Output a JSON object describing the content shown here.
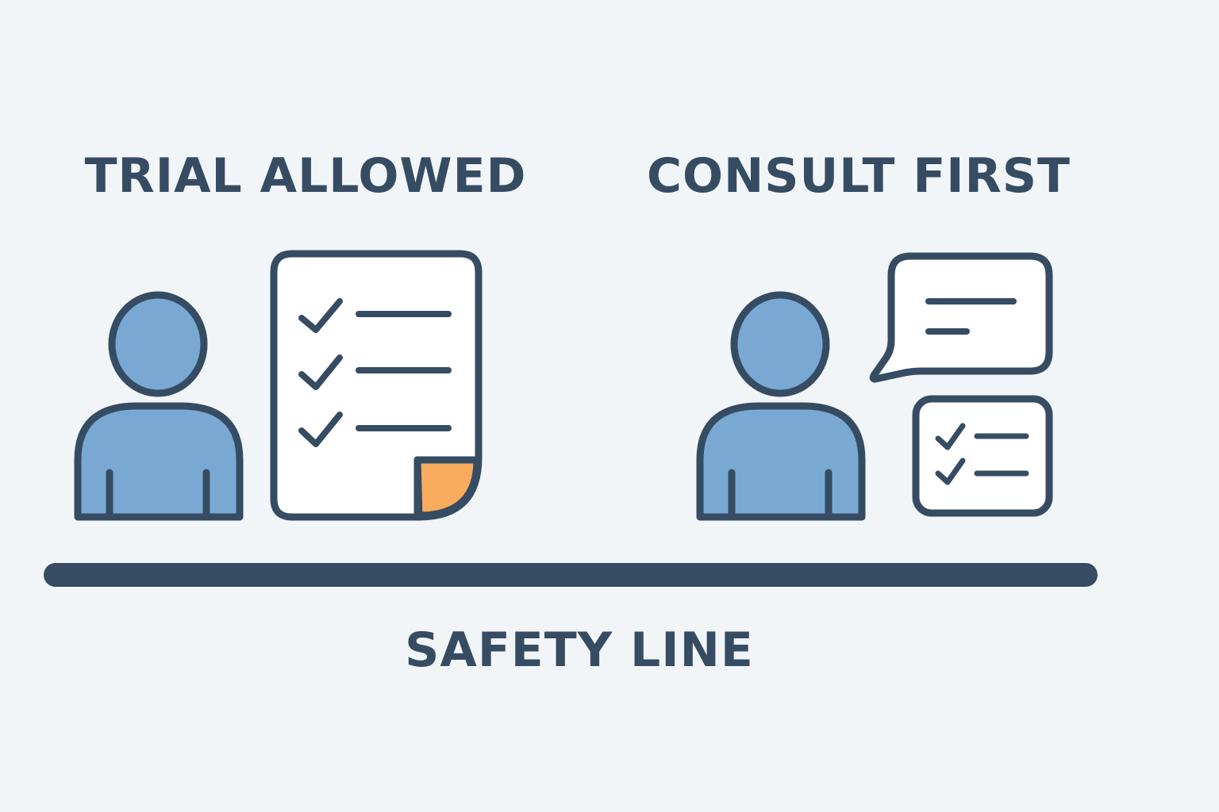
{
  "panels": {
    "left": {
      "title": "TRIAL ALLOWED"
    },
    "right": {
      "title": "CONSULT FIRST"
    }
  },
  "divider": {
    "label": "SAFETY LINE"
  },
  "icons": [
    "person-icon",
    "checklist-document-icon",
    "speech-bubble-icon",
    "checklist-card-icon"
  ],
  "colors": {
    "background": "#f2f5f8",
    "stroke": "#354c63",
    "person_fill": "#79a8d3",
    "paper_fill": "#ffffff",
    "page_curl_accent": "#f9ac5d"
  }
}
